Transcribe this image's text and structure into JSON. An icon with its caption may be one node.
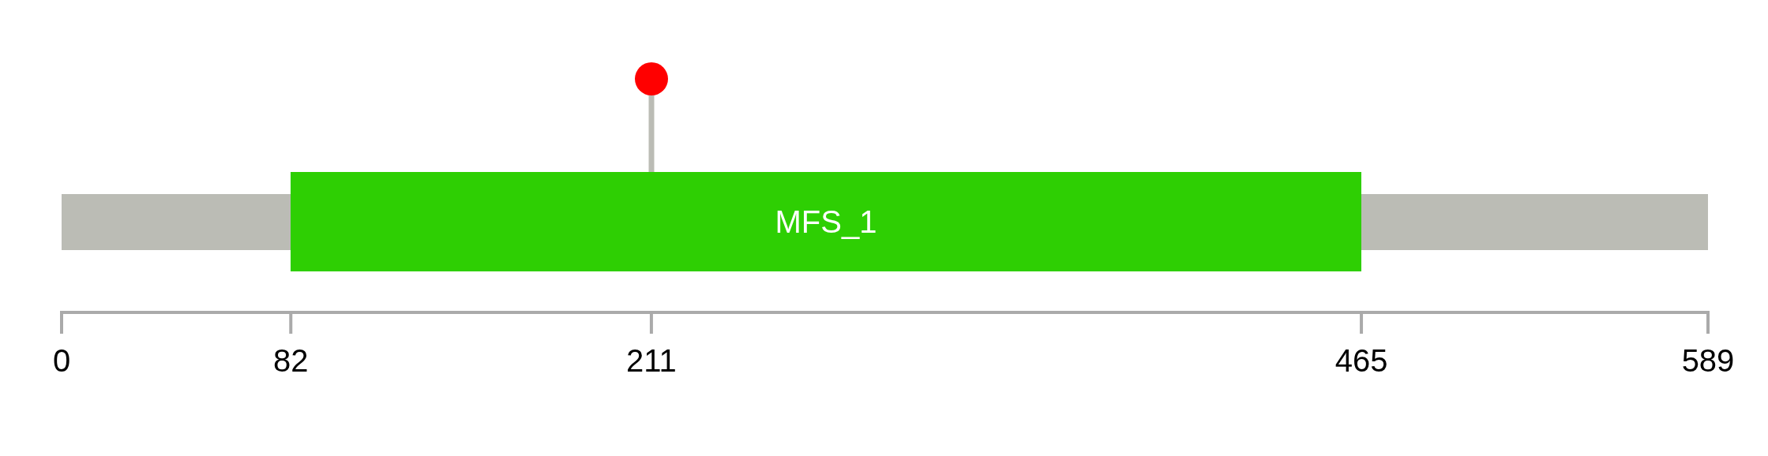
{
  "diagram": {
    "nodes": [
      {
        "text": [],
        "shape": "bar"
      },
      {
        "text": [
          "MFS_1"
        ]
      },
      {
        "text": [],
        "shape": "bar"
      },
      {
        "text": [],
        "shape": "circle"
      }
    ],
    "edges": [
      {
        "from": 3,
        "to": 1,
        "arrow": "none"
      }
    ],
    "labels": [
      "0",
      "82",
      "211",
      "465",
      "589"
    ]
  }
}
